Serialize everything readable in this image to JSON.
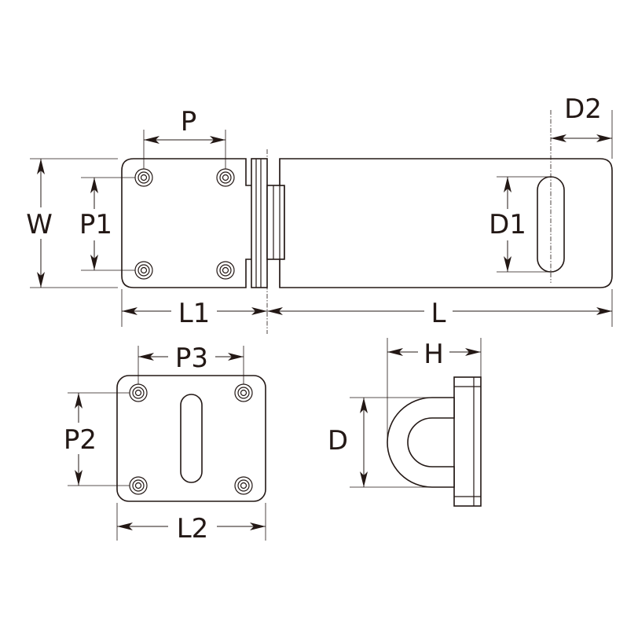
{
  "labels": {
    "P": "P",
    "D2": "D2",
    "W": "W",
    "P1": "P1",
    "D1": "D1",
    "L1": "L1",
    "L": "L",
    "P3": "P3",
    "H": "H",
    "P2": "P2",
    "D": "D",
    "L2": "L2"
  }
}
